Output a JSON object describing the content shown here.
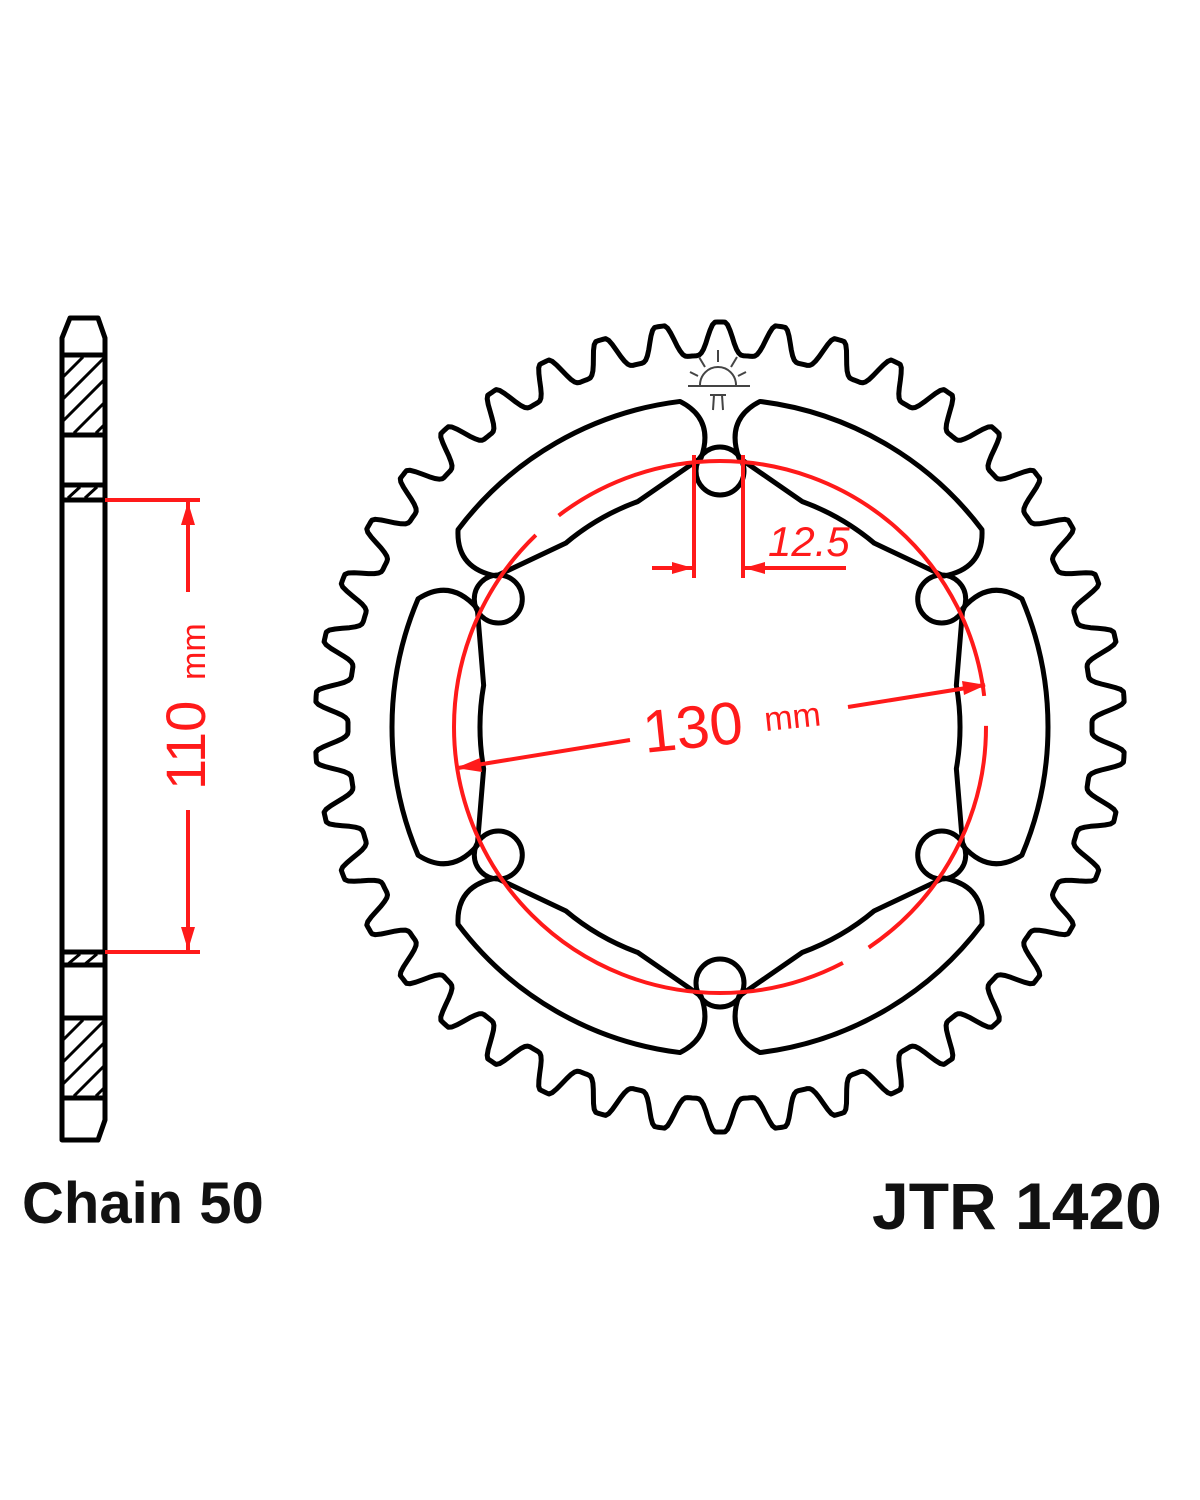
{
  "side_view": {
    "label": "Chain 50",
    "dimension_value": "110",
    "dimension_unit": "mm"
  },
  "sprocket": {
    "part_number": "JTR 1420",
    "teeth": 42,
    "bolt_holes": 6,
    "pcd_value": "130",
    "pcd_unit": "mm",
    "hole_diameter": "12.5"
  },
  "colors": {
    "outline": "#000000",
    "dimension": "#ff1a1a"
  }
}
